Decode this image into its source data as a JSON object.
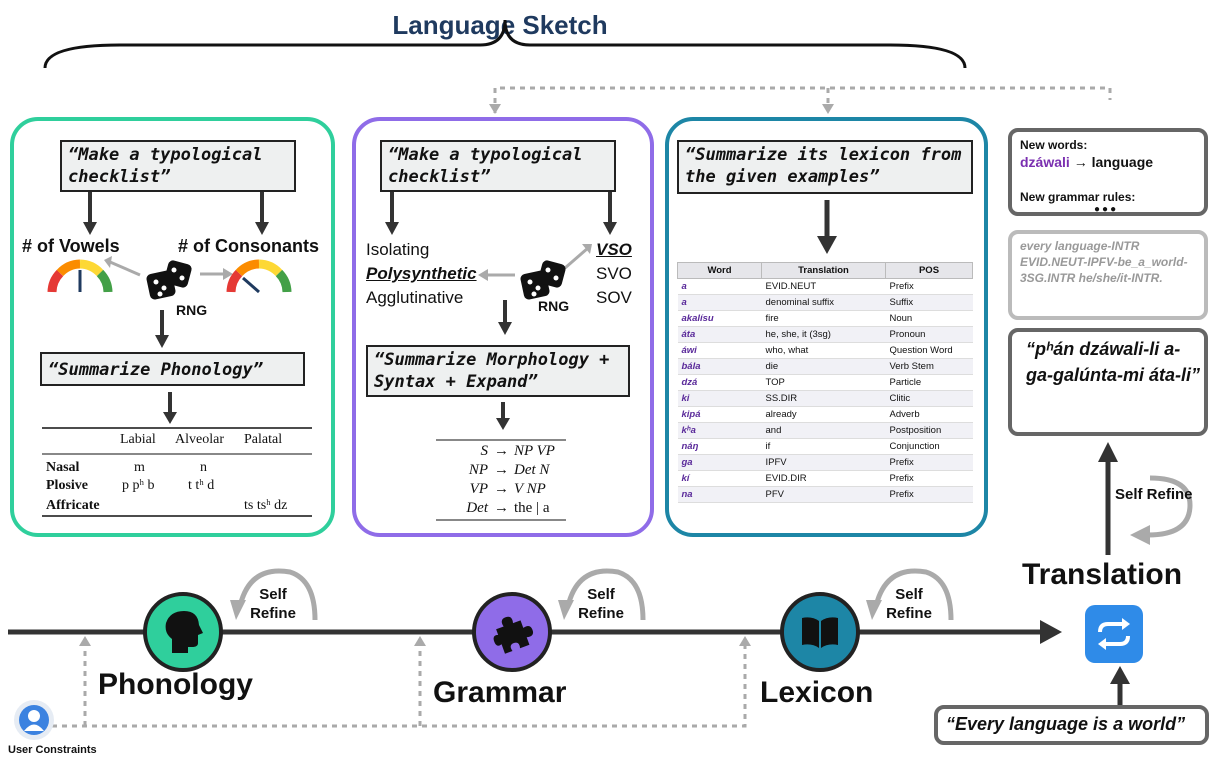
{
  "title": "Language Sketch",
  "phonology_panel": {
    "prompt1": "“Make a typological checklist”",
    "vowels_label": "# of Vowels",
    "consonants_label": "# of Consonants",
    "rng_label": "RNG",
    "prompt2": "“Summarize Phonology”",
    "table": {
      "headers": [
        "",
        "Labial",
        "Alveolar",
        "Palatal"
      ],
      "rows": [
        [
          "Nasal",
          "m",
          "n",
          ""
        ],
        [
          "Plosive",
          "p pʰ b",
          "t tʰ d",
          ""
        ],
        [
          "Affricate",
          "",
          "",
          "ts tsʰ dz"
        ]
      ]
    }
  },
  "grammar_panel": {
    "prompt1": "“Make a typological checklist”",
    "morph_options": [
      "Isolating",
      "Polysynthetic",
      "Agglutinative"
    ],
    "order_options": [
      "VSO",
      "SVO",
      "SOV"
    ],
    "rng_label": "RNG",
    "prompt2": "“Summarize Morphology + Syntax + Expand”",
    "rules": [
      {
        "lhs": "S",
        "rhs": "NP VP"
      },
      {
        "lhs": "NP",
        "rhs": "Det N"
      },
      {
        "lhs": "VP",
        "rhs": "V NP"
      },
      {
        "lhs": "Det",
        "rhs": "the | a"
      }
    ]
  },
  "lexicon_panel": {
    "prompt": "“Summarize its lexicon from the given examples”",
    "headers": [
      "Word",
      "Translation",
      "POS"
    ],
    "rows": [
      [
        "a",
        "EVID.NEUT",
        "Prefix"
      ],
      [
        "a",
        "denominal suffix",
        "Suffix"
      ],
      [
        "akalísu",
        "fire",
        "Noun"
      ],
      [
        "áta",
        "he, she, it (3sg)",
        "Pronoun"
      ],
      [
        "áwi",
        "who, what",
        "Question Word"
      ],
      [
        "bála",
        "die",
        "Verb Stem"
      ],
      [
        "dzá",
        "TOP",
        "Particle"
      ],
      [
        "ki",
        "SS.DIR",
        "Clitic"
      ],
      [
        "kipá",
        "already",
        "Adverb"
      ],
      [
        "kʰa",
        "and",
        "Postposition"
      ],
      [
        "náŋ",
        "if",
        "Conjunction"
      ],
      [
        "ga",
        "IPFV",
        "Prefix"
      ],
      [
        "kí",
        "EVID.DIR",
        "Prefix"
      ],
      [
        "na",
        "PFV",
        "Prefix"
      ]
    ]
  },
  "right_column": {
    "new_words_label": "New words:",
    "new_word": "dzáwali",
    "new_word_arrow": "→",
    "new_word_meaning": "language",
    "new_rules_label": "New grammar rules:",
    "ellipsis": "●●●",
    "gloss": "every language-INTR EVID.NEUT-IPFV-be_a_world-3SG.INTR he/she/it-INTR.",
    "translation_output": "“pʰán dzáwali-li a-ga-galúnta-mi áta-li”",
    "translation_label": "Translation",
    "input_sentence": "“Every language is a world”"
  },
  "pipeline": {
    "stages": [
      "Phonology",
      "Grammar",
      "Lexicon"
    ],
    "self_refine": "Self Refine",
    "user_constraints": "User Constraints"
  },
  "colors": {
    "phonology": "#2fcf9c",
    "grammar": "#8f6ce8",
    "lexicon": "#1d86a6",
    "translate": "#2f8be8"
  }
}
